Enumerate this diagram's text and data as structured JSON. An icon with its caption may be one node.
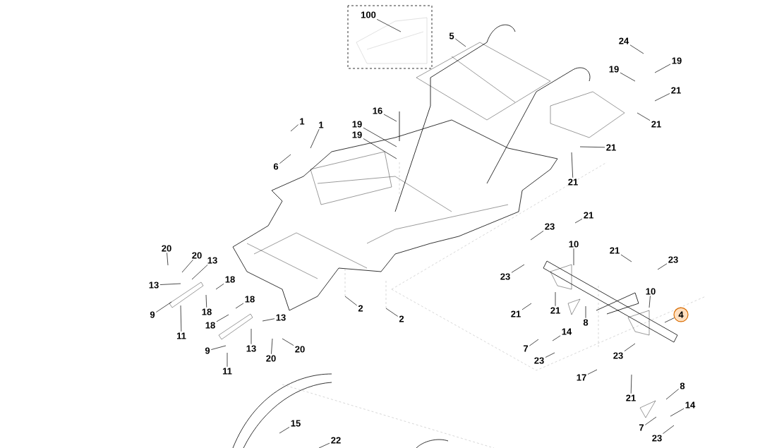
{
  "diagram": {
    "nodes": [
      {
        "text": [
          "100"
        ]
      },
      {
        "text": [
          "5"
        ]
      },
      {
        "text": [
          "24"
        ]
      },
      {
        "text": [
          "19"
        ]
      },
      {
        "text": [
          "19"
        ]
      },
      {
        "text": [
          "21"
        ]
      },
      {
        "text": [
          "21"
        ]
      },
      {
        "text": [
          "21"
        ]
      },
      {
        "text": [
          "21"
        ]
      },
      {
        "text": [
          "16"
        ]
      },
      {
        "text": [
          "1"
        ]
      },
      {
        "text": [
          "1"
        ]
      },
      {
        "text": [
          "19"
        ]
      },
      {
        "text": [
          "19"
        ]
      },
      {
        "text": [
          "6"
        ]
      },
      {
        "text": [
          "20"
        ]
      },
      {
        "text": [
          "20"
        ]
      },
      {
        "text": [
          "13"
        ]
      },
      {
        "text": [
          "13"
        ]
      },
      {
        "text": [
          "18"
        ]
      },
      {
        "text": [
          "9"
        ]
      },
      {
        "text": [
          "11"
        ]
      },
      {
        "text": [
          "18"
        ]
      },
      {
        "text": [
          "18"
        ]
      },
      {
        "text": [
          "18"
        ]
      },
      {
        "text": [
          "13"
        ]
      },
      {
        "text": [
          "9"
        ]
      },
      {
        "text": [
          "13"
        ]
      },
      {
        "text": [
          "20"
        ]
      },
      {
        "text": [
          "20"
        ]
      },
      {
        "text": [
          "11"
        ]
      },
      {
        "text": [
          "2"
        ]
      },
      {
        "text": [
          "2"
        ]
      },
      {
        "text": [
          "15"
        ]
      },
      {
        "text": [
          "22"
        ]
      },
      {
        "text": [
          "21"
        ]
      },
      {
        "text": [
          "23"
        ]
      },
      {
        "text": [
          "10"
        ]
      },
      {
        "text": [
          "23"
        ]
      },
      {
        "text": [
          "21"
        ]
      },
      {
        "text": [
          "23"
        ]
      },
      {
        "text": [
          "10"
        ]
      },
      {
        "text": [
          "4"
        ]
      },
      {
        "text": [
          "21"
        ]
      },
      {
        "text": [
          "21"
        ]
      },
      {
        "text": [
          "8"
        ]
      },
      {
        "text": [
          "14"
        ]
      },
      {
        "text": [
          "7"
        ]
      },
      {
        "text": [
          "23"
        ]
      },
      {
        "text": [
          "17"
        ]
      },
      {
        "text": [
          "23"
        ]
      },
      {
        "text": [
          "21"
        ]
      },
      {
        "text": [
          "8"
        ]
      },
      {
        "text": [
          "14"
        ]
      },
      {
        "text": [
          "7"
        ]
      },
      {
        "text": [
          "23"
        ]
      }
    ],
    "edges": [
      {
        "from": 0,
        "to": null,
        "arrow": "none"
      },
      {
        "from": 1,
        "to": null,
        "arrow": "none"
      },
      {
        "from": 2,
        "to": null,
        "arrow": "none"
      },
      {
        "from": 3,
        "to": null,
        "arrow": "none"
      },
      {
        "from": 4,
        "to": null,
        "arrow": "none"
      },
      {
        "from": 5,
        "to": null,
        "arrow": "none"
      },
      {
        "from": 6,
        "to": null,
        "arrow": "none"
      },
      {
        "from": 7,
        "to": null,
        "arrow": "none"
      },
      {
        "from": 8,
        "to": null,
        "arrow": "none"
      },
      {
        "from": 9,
        "to": null,
        "arrow": "none"
      },
      {
        "from": 10,
        "to": null,
        "arrow": "none"
      },
      {
        "from": 11,
        "to": null,
        "arrow": "none"
      },
      {
        "from": 12,
        "to": null,
        "arrow": "none"
      },
      {
        "from": 13,
        "to": null,
        "arrow": "none"
      },
      {
        "from": 14,
        "to": null,
        "arrow": "none"
      },
      {
        "from": 15,
        "to": null,
        "arrow": "none"
      },
      {
        "from": 16,
        "to": null,
        "arrow": "none"
      },
      {
        "from": 17,
        "to": null,
        "arrow": "none"
      },
      {
        "from": 18,
        "to": null,
        "arrow": "none"
      },
      {
        "from": 19,
        "to": null,
        "arrow": "none"
      },
      {
        "from": 20,
        "to": null,
        "arrow": "none"
      },
      {
        "from": 21,
        "to": null,
        "arrow": "none"
      },
      {
        "from": 22,
        "to": null,
        "arrow": "none"
      },
      {
        "from": 23,
        "to": null,
        "arrow": "none"
      },
      {
        "from": 24,
        "to": null,
        "arrow": "none"
      },
      {
        "from": 25,
        "to": null,
        "arrow": "none"
      },
      {
        "from": 26,
        "to": null,
        "arrow": "none"
      },
      {
        "from": 27,
        "to": null,
        "arrow": "none"
      },
      {
        "from": 28,
        "to": null,
        "arrow": "none"
      },
      {
        "from": 29,
        "to": null,
        "arrow": "none"
      },
      {
        "from": 30,
        "to": null,
        "arrow": "none"
      },
      {
        "from": 31,
        "to": null,
        "arrow": "none"
      },
      {
        "from": 32,
        "to": null,
        "arrow": "none"
      },
      {
        "from": 33,
        "to": null,
        "arrow": "none"
      },
      {
        "from": 34,
        "to": null,
        "arrow": "none"
      },
      {
        "from": 35,
        "to": null,
        "arrow": "none"
      },
      {
        "from": 36,
        "to": null,
        "arrow": "none"
      },
      {
        "from": 37,
        "to": null,
        "arrow": "none"
      },
      {
        "from": 38,
        "to": null,
        "arrow": "none"
      },
      {
        "from": 39,
        "to": null,
        "arrow": "none"
      },
      {
        "from": 40,
        "to": null,
        "arrow": "none"
      },
      {
        "from": 41,
        "to": null,
        "arrow": "none"
      },
      {
        "from": 42,
        "to": null,
        "arrow": "none"
      },
      {
        "from": 43,
        "to": null,
        "arrow": "none"
      },
      {
        "from": 44,
        "to": null,
        "arrow": "none"
      },
      {
        "from": 45,
        "to": null,
        "arrow": "none"
      },
      {
        "from": 46,
        "to": null,
        "arrow": "none"
      },
      {
        "from": 47,
        "to": null,
        "arrow": "none"
      },
      {
        "from": 48,
        "to": null,
        "arrow": "none"
      },
      {
        "from": 49,
        "to": null,
        "arrow": "none"
      },
      {
        "from": 50,
        "to": null,
        "arrow": "none"
      },
      {
        "from": 51,
        "to": null,
        "arrow": "none"
      },
      {
        "from": 52,
        "to": null,
        "arrow": "none"
      },
      {
        "from": 53,
        "to": null,
        "arrow": "none"
      },
      {
        "from": 54,
        "to": null,
        "arrow": "none"
      },
      {
        "from": 55,
        "to": null,
        "arrow": "none"
      }
    ]
  }
}
